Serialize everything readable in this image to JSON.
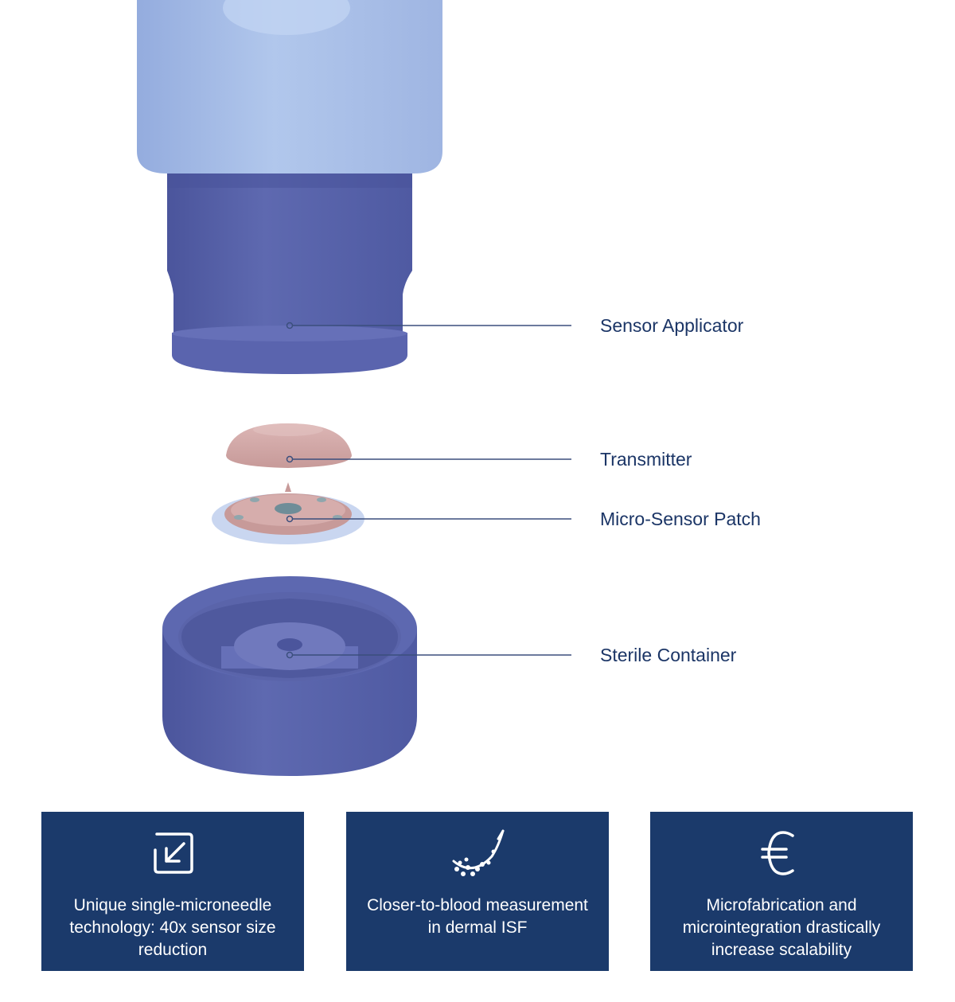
{
  "callouts": {
    "sensor_applicator": "Sensor Applicator",
    "transmitter": "Transmitter",
    "micro_sensor_patch": "Micro-Sensor Patch",
    "sterile_container": "Sterile Container"
  },
  "cards": [
    {
      "icon": "arrow-into-box-icon",
      "text": "Unique single-microneedle technology: 40x sensor size reduction"
    },
    {
      "icon": "dermal-isf-curve-icon",
      "text": "Closer-to-blood measurement in dermal ISF"
    },
    {
      "icon": "euro-icon",
      "text": "Microfabrication and microintegration drastically increase scalability"
    }
  ],
  "colors": {
    "card_background": "#1b3a6b",
    "label_text": "#1b3566",
    "applicator_top": "#a9bfe6",
    "device_blue": "#5a65ad",
    "pink": "#d4a9a8"
  }
}
